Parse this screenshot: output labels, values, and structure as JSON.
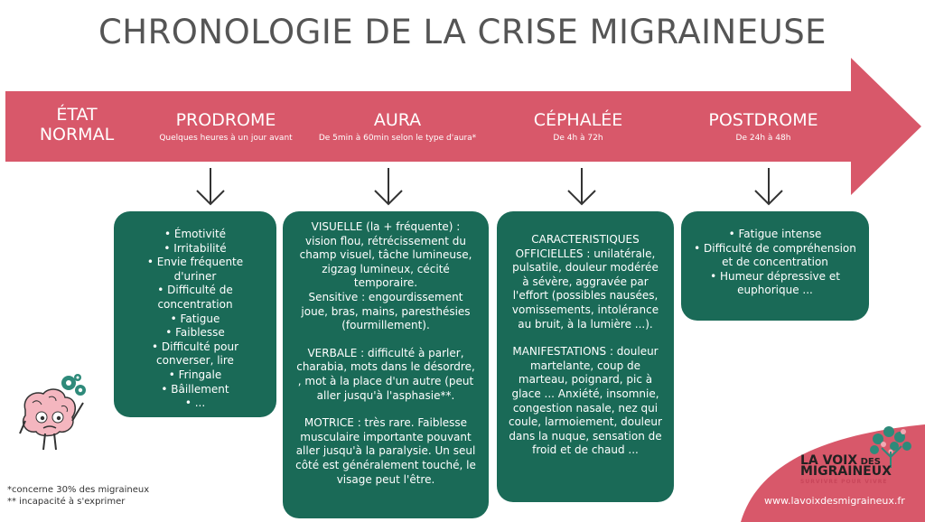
{
  "title": "CHRONOLOGIE DE LA CRISE MIGRAINEUSE",
  "colors": {
    "arrow": "#d8586a",
    "box": "#1a6a57",
    "title": "#555555"
  },
  "phases": [
    {
      "name_line1": "ÉTAT",
      "name_line2": "NORMAL",
      "sub": ""
    },
    {
      "name": "PRODROME",
      "sub": "Quelques heures à un jour avant"
    },
    {
      "name": "AURA",
      "sub": "De 5min à 60min selon le type d'aura*"
    },
    {
      "name": "CÉPHALÉE",
      "sub": "De 4h à 72h"
    },
    {
      "name": "POSTDROME",
      "sub": "De 24h à 48h"
    }
  ],
  "prodrome_items": [
    "Émotivité",
    "Irritabilité",
    "Envie fréquente d'uriner",
    "Difficulté de concentration",
    "Fatigue",
    "Faiblesse",
    "Difficulté pour converser, lire",
    "Fringale",
    "Bâillement",
    "..."
  ],
  "aura_text": {
    "visual": "VISUELLE (la + fréquente) : vision flou, rétrécissement du champ visuel, tâche lumineuse, zigzag lumineux, cécité temporaire.",
    "sensitive": "Sensitive : engourdissement joue, bras, mains, paresthésies (fourmillement).",
    "verbal": "VERBALE : difficulté à parler, charabia, mots dans le désordre, , mot à la place d'un autre (peut aller jusqu'à l'asphasie**.",
    "motor": "MOTRICE : très rare. Faiblesse musculaire importante pouvant aller jusqu'à la paralysie. Un seul côté est généralement touché, le visage peut l'être."
  },
  "cephalee_text": {
    "official": "CARACTERISTIQUES OFFICIELLES : unilatérale, pulsatile, douleur modérée à sévère, aggravée par l'effort (possibles nausées, vomissements, intolérance au bruit, à la lumière ...).",
    "manifest": "MANIFESTATIONS : douleur martelante, coup de marteau, poignard, pic à glace ... Anxiété, insomnie, congestion nasale, nez qui coule, larmoiement, douleur dans la nuque, sensation de froid et de chaud ..."
  },
  "postdrome_items": [
    "Fatigue intense",
    "Difficulté de compréhension et de concentration",
    "Humeur dépressive et euphorique ..."
  ],
  "notes": {
    "line1": "*concerne 30% des migraineux",
    "line2": "** incapacité à s'exprimer"
  },
  "logo": {
    "line1": "LA VOIX",
    "small": "DES",
    "line2": "MIGRAINEUX",
    "tagline": "SURVIVRE POUR VIVRE"
  },
  "url": "www.lavoixdesmigraineux.fr"
}
